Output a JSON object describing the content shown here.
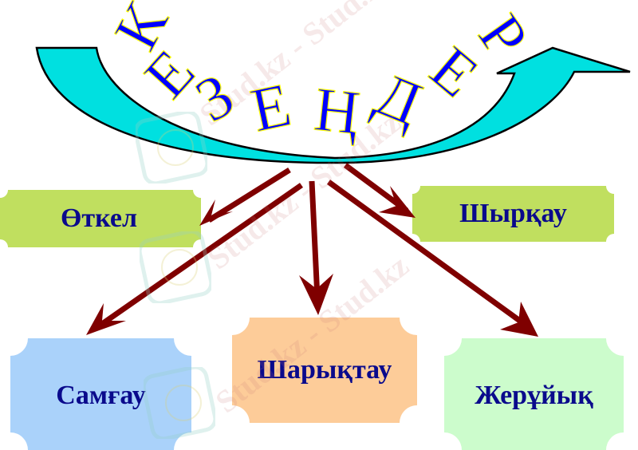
{
  "title": {
    "text": "КЕЗЕҢДЕР",
    "letters": [
      "К",
      "Е",
      "З",
      "Е",
      "Ң",
      "Д",
      "Е",
      "Р"
    ],
    "fill_color": "#0000ff",
    "outline_color": "#ffff00"
  },
  "arc_arrow": {
    "fill_color": "#00e5e5",
    "outline_color": "#000000"
  },
  "connector_color": "#7f0000",
  "stages": [
    {
      "id": "otkel",
      "label": "Өткел",
      "color": "#c0df5f"
    },
    {
      "id": "shyrkau",
      "label": "Шырқау",
      "color": "#c0df5f"
    },
    {
      "id": "samgau",
      "label": "Самғау",
      "color": "#aad2fa"
    },
    {
      "id": "sharyktau",
      "label": "Шарықтау",
      "color": "#fdcc99"
    },
    {
      "id": "zheruiyk",
      "label": "Жерұйық",
      "color": "#ccfccc"
    }
  ],
  "label_color": "#0a0a8c",
  "watermark": {
    "text": "Stud.kz - Stud.kz"
  }
}
